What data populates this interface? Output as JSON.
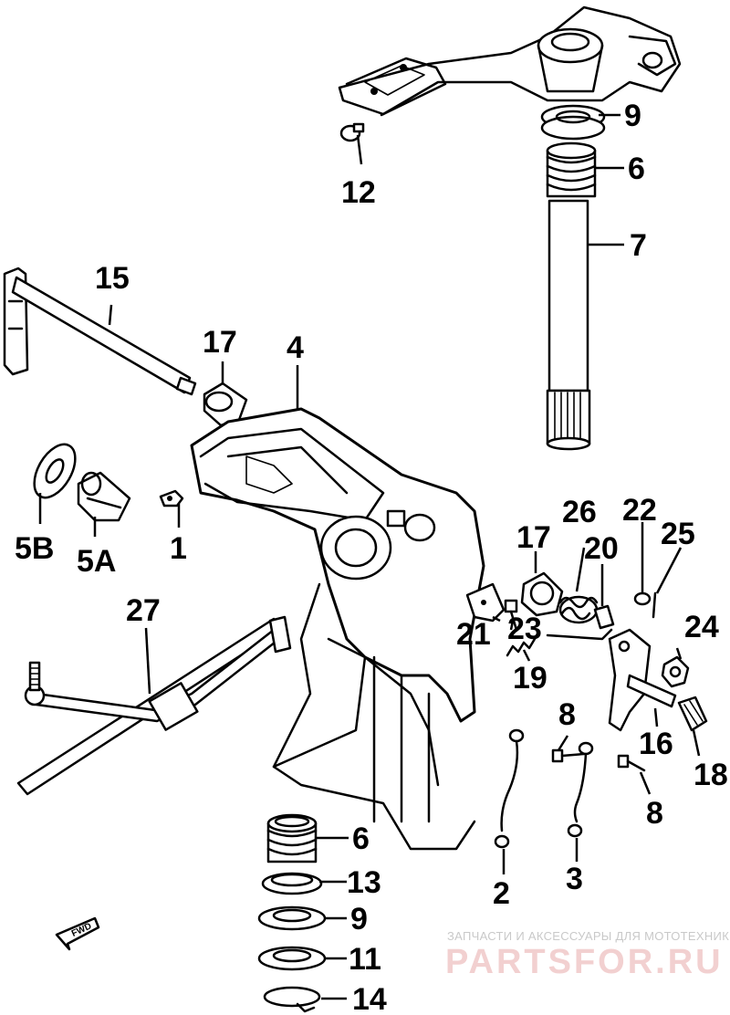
{
  "labels": {
    "l9_top": "9",
    "l6_top": "6",
    "l7": "7",
    "l12": "12",
    "l15": "15",
    "l17_a": "17",
    "l4": "4",
    "l5b": "5B",
    "l5a": "5A",
    "l1": "1",
    "l17_b": "17",
    "l26": "26",
    "l20": "20",
    "l22": "22",
    "l25": "25",
    "l21": "21",
    "l23": "23",
    "l19": "19",
    "l24": "24",
    "l27": "27",
    "l8_a": "8",
    "l16": "16",
    "l18": "18",
    "l8_b": "8",
    "l6_bot": "6",
    "l2": "2",
    "l3": "3",
    "l13": "13",
    "l9_bot": "9",
    "l11": "11",
    "l14": "14"
  },
  "fwd_mark": "FWD",
  "watermark": {
    "caption": "ЗАПЧАСТИ И АКСЕССУАРЫ ДЛЯ МОТОТЕХНИКИ",
    "brand": "PARTSFOR.RU"
  }
}
